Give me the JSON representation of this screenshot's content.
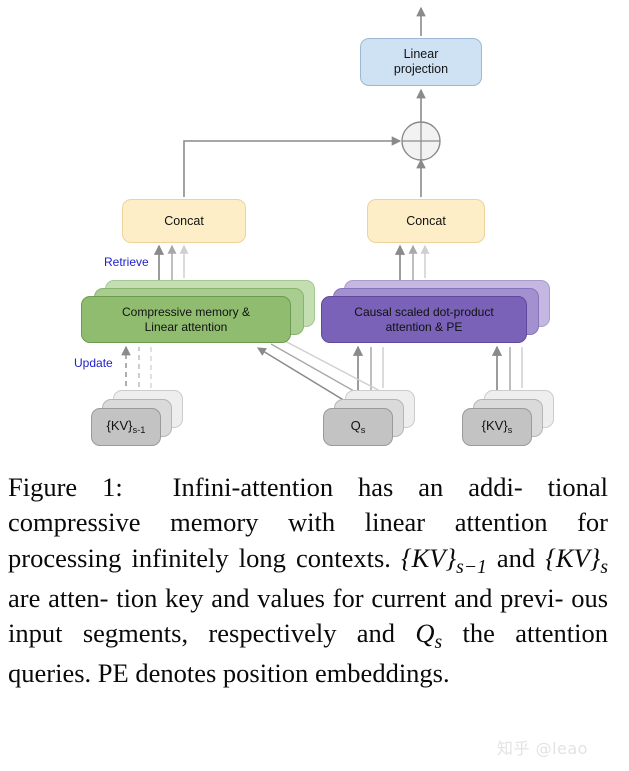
{
  "figure": {
    "diagram": {
      "nodes": {
        "linear_projection": "Linear\nprojection",
        "concat_left": "Concat",
        "concat_right": "Concat",
        "compressive_memory": "Compressive memory &\nLinear attention",
        "causal_attention": "Causal scaled dot-product\nattention & PE",
        "kv_previous_main": "{KV}",
        "kv_previous_sub": "s-1",
        "queries_main": "Q",
        "queries_sub": "s",
        "kv_current_main": "{KV}",
        "kv_current_sub": "s"
      },
      "edge_labels": {
        "retrieve": "Retrieve",
        "update": "Update"
      },
      "icons": {
        "sum_node": "circle-crosshair-sum-icon"
      },
      "colors": {
        "linear_projection_fill": "#cfe2f3",
        "concat_fill": "#fdeec8",
        "compressive_memory_fill": "#8fbc6e",
        "causal_attention_fill": "#7a62b8",
        "input_box_fill": "#c3c3c3",
        "edge_label_text": "#2020cc",
        "arrow_stroke": "#8a8a8a"
      }
    },
    "caption": {
      "label": "Figure 1:",
      "line1": "Infini-attention has an addi-",
      "line2": "tional compressive memory with linear",
      "line3": "attention for processing infinitely long",
      "line4_pre": "contexts. ",
      "line4_math1": "{KV}",
      "line4_math1_sub": "s−1",
      "line4_mid": " and ",
      "line4_math2": "{KV}",
      "line4_math2_sub": "s",
      "line4_post": " are atten-",
      "line5": "tion key and values for current and previ-",
      "line6_pre": "ous input segments, respectively and ",
      "line6_math": "Q",
      "line6_math_sub": "s",
      "line7": "the attention queries. PE denotes position",
      "line8": "embeddings."
    }
  },
  "watermark": {
    "text": "知乎 @leao"
  }
}
